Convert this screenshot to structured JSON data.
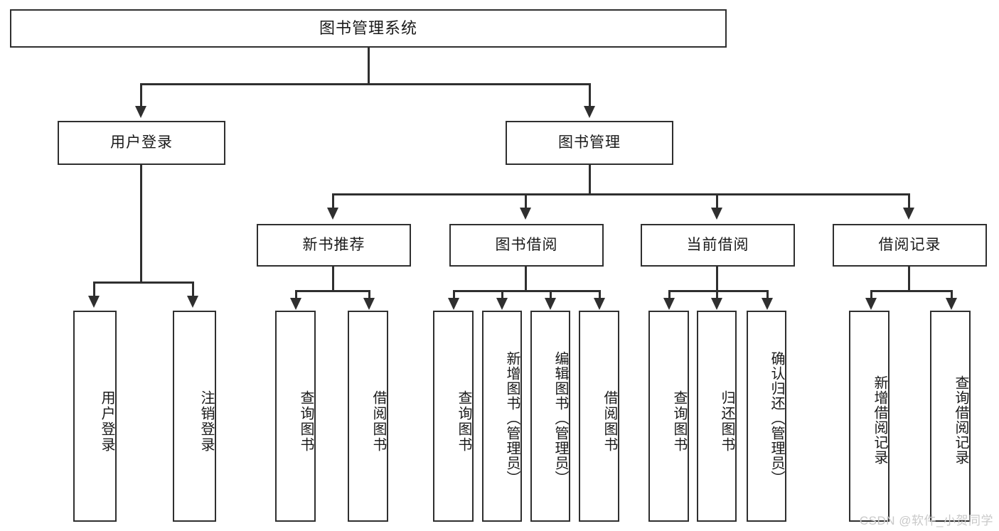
{
  "diagram": {
    "type": "tree-hierarchy",
    "title": "图书管理系统",
    "watermark": "CSDN @软件_小贺同学",
    "colors": {
      "stroke": "#2f2f2f",
      "fill": "#ffffff",
      "text": "#1a1a1a",
      "watermark": "#c9c9c9"
    },
    "nodes": {
      "root": {
        "label": "图书管理系统"
      },
      "level2": [
        {
          "id": "user-login",
          "label": "用户登录"
        },
        {
          "id": "book-manage",
          "label": "图书管理"
        }
      ],
      "level3": [
        {
          "id": "new-book-recommend",
          "label": "新书推荐"
        },
        {
          "id": "book-borrow",
          "label": "图书借阅"
        },
        {
          "id": "current-borrow",
          "label": "当前借阅"
        },
        {
          "id": "borrow-record",
          "label": "借阅记录"
        }
      ],
      "leaves": {
        "user-login": [
          {
            "id": "leaf-user-login",
            "label": "用户登录"
          },
          {
            "id": "leaf-logout",
            "label": "注销登录"
          }
        ],
        "new-book-recommend": [
          {
            "id": "leaf-query-book-1",
            "label": "查询图书"
          },
          {
            "id": "leaf-borrow-book-1",
            "label": "借阅图书"
          }
        ],
        "book-borrow": [
          {
            "id": "leaf-query-book-2",
            "label": "查询图书"
          },
          {
            "id": "leaf-add-book",
            "label": "新增图书（管理员）"
          },
          {
            "id": "leaf-edit-book",
            "label": "编辑图书（管理员）"
          },
          {
            "id": "leaf-borrow-book-2",
            "label": "借阅图书"
          }
        ],
        "current-borrow": [
          {
            "id": "leaf-query-book-3",
            "label": "查询图书"
          },
          {
            "id": "leaf-return-book",
            "label": "归还图书"
          },
          {
            "id": "leaf-confirm-return",
            "label": "确认归还（管理员）"
          }
        ],
        "borrow-record": [
          {
            "id": "leaf-add-record",
            "label": "新增借阅记录"
          },
          {
            "id": "leaf-query-record",
            "label": "查询借阅记录"
          }
        ]
      }
    }
  }
}
